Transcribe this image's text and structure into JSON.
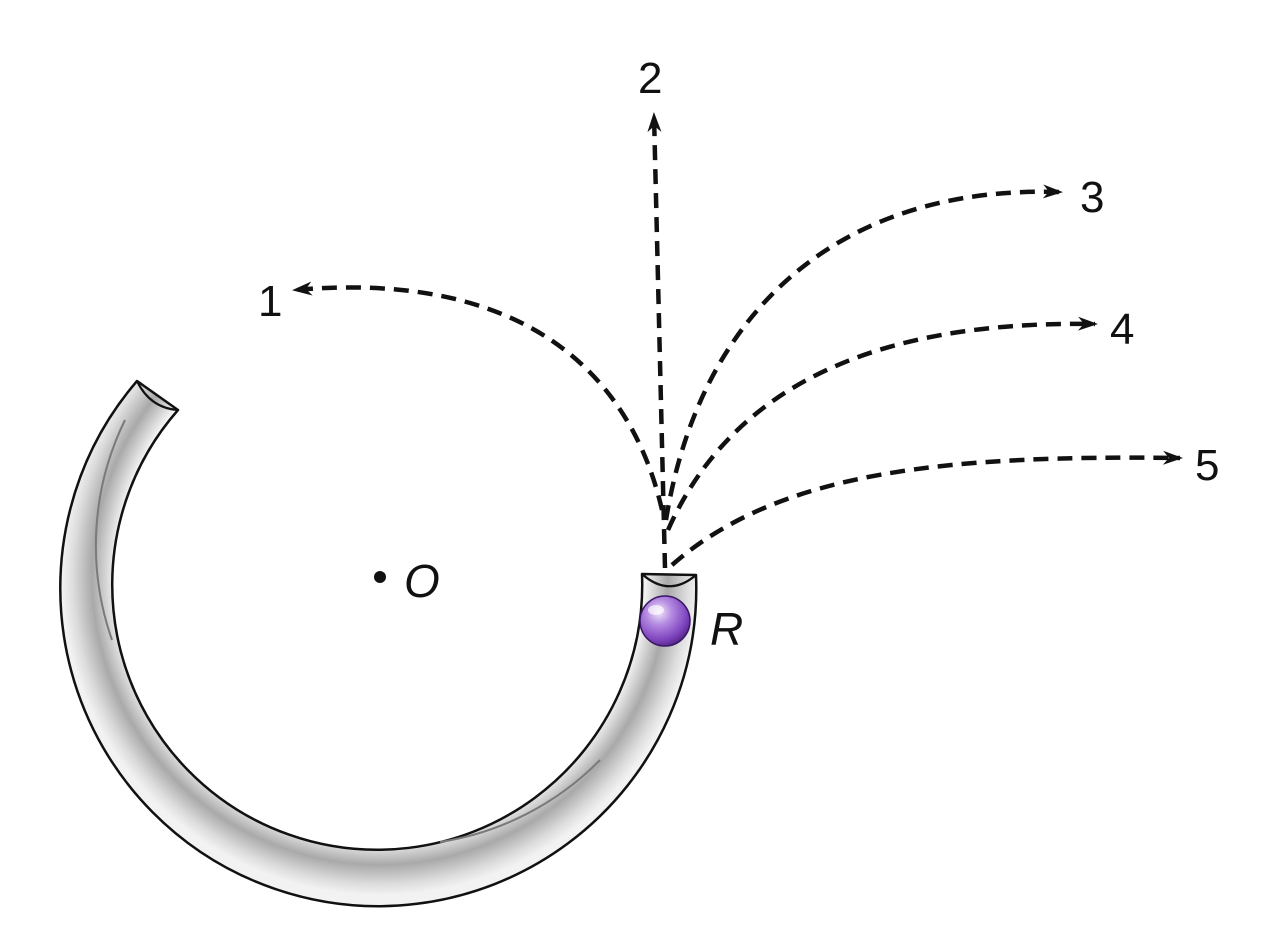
{
  "diagram": {
    "center_label": "O",
    "ball_label": "R",
    "trajectories": [
      {
        "label": "1"
      },
      {
        "label": "2"
      },
      {
        "label": "3"
      },
      {
        "label": "4"
      },
      {
        "label": "5"
      }
    ]
  },
  "colors": {
    "tube_light": "#f4f4f4",
    "tube_dark": "#a9a9a9",
    "tube_outline": "#111111",
    "ball_main": "#9a5fd0",
    "ball_highlight": "#e6d4f7",
    "ball_shadow": "#4b1f7a",
    "line_color": "#111111"
  }
}
